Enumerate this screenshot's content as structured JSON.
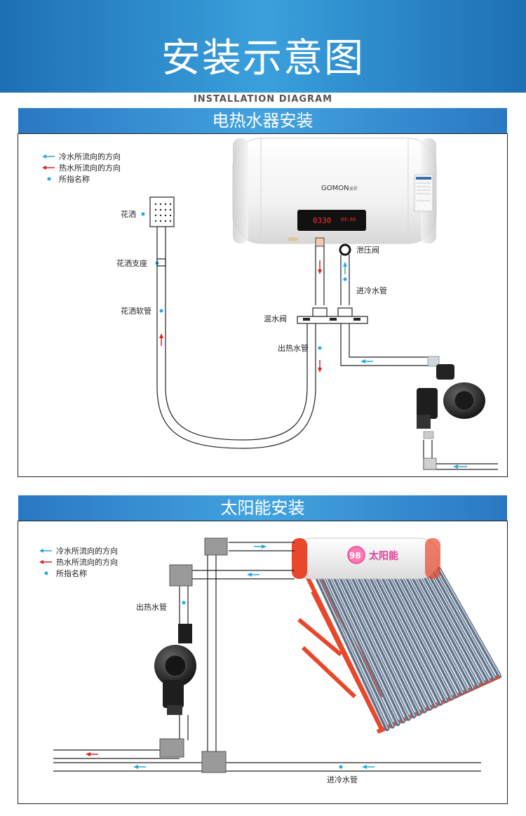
{
  "header": {
    "title": "安装示意图",
    "subtitle": "INSTALLATION DIAGRAM"
  },
  "section1": {
    "title": "电热水器安装",
    "legend": [
      "冷水所流向的方向",
      "热水所流向的方向",
      "所指名称"
    ],
    "heater_brand": "GOMON",
    "heater_brand_cn": "光芒",
    "heater_display": "0330",
    "heater_display2": "03:50",
    "labels": {
      "shower": "花洒",
      "shower_mount": "花洒支座",
      "shower_hose": "花洒软管",
      "relief_valve": "泄压阀",
      "cold_inlet": "进冷水管",
      "mixing_valve": "混水阀",
      "hot_outlet": "出热水管"
    }
  },
  "section2": {
    "title": "太阳能安装",
    "legend": [
      "冷水所流向的方向",
      "热水所流向的方向",
      "所指名称"
    ],
    "logo_number": "98",
    "logo_text": "太阳能",
    "labels": {
      "hot_outlet": "出热水管",
      "cold_inlet": "进冷水管"
    }
  },
  "colors": {
    "banner": "#2a8bd0",
    "cold_arrow": "#23a9e1",
    "hot_arrow": "#e02020",
    "frame_red": "#e8472b",
    "tube": "#6b7f95"
  }
}
